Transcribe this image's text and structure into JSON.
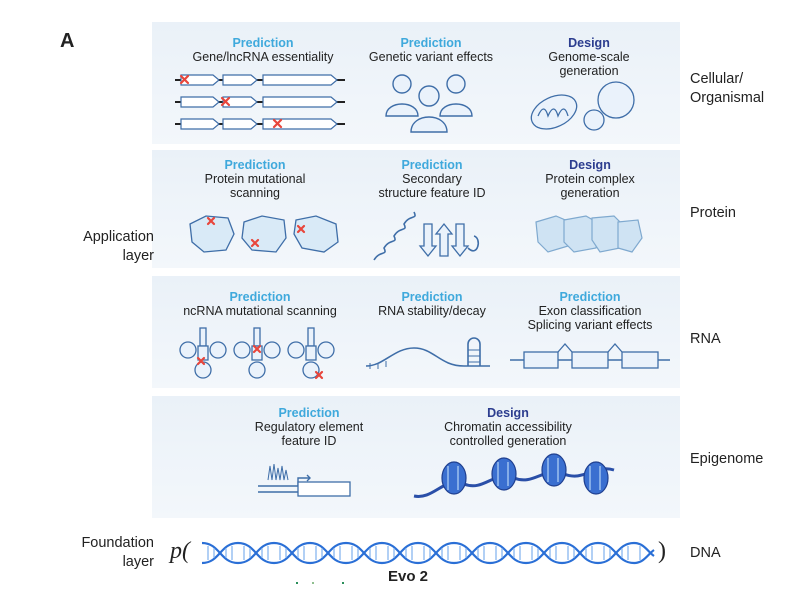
{
  "panel_label": "A",
  "left_labels": {
    "application_line1": "Application",
    "application_line2": "layer",
    "foundation_line1": "Foundation",
    "foundation_line2": "layer"
  },
  "rows": {
    "cellular": {
      "label_line1": "Cellular/",
      "label_line2": "Organismal",
      "cells": [
        {
          "kind": "Prediction",
          "title1": "Gene/lncRNA essentiality",
          "title2": ""
        },
        {
          "kind": "Prediction",
          "title1": "Genetic variant effects",
          "title2": ""
        },
        {
          "kind": "Design",
          "title1": "Genome-scale",
          "title2": "generation"
        }
      ]
    },
    "protein": {
      "label_line1": "Protein",
      "cells": [
        {
          "kind": "Prediction",
          "title1": "Protein mutational",
          "title2": "scanning"
        },
        {
          "kind": "Prediction",
          "title1": "Secondary",
          "title2": "structure feature ID"
        },
        {
          "kind": "Design",
          "title1": "Protein complex",
          "title2": "generation"
        }
      ]
    },
    "rna": {
      "label_line1": "RNA",
      "cells": [
        {
          "kind": "Prediction",
          "title1": "ncRNA mutational scanning",
          "title2": ""
        },
        {
          "kind": "Prediction",
          "title1": "RNA stability/decay",
          "title2": ""
        },
        {
          "kind": "Prediction",
          "title1": "Exon classification",
          "title2": "Splicing variant effects"
        }
      ]
    },
    "epigenome": {
      "label_line1": "Epigenome",
      "cells": [
        {
          "kind": "Prediction",
          "title1": "Regulatory element",
          "title2": "feature ID"
        },
        {
          "kind": "Design",
          "title1": "Chromatin accessibility",
          "title2": "controlled generation"
        }
      ]
    }
  },
  "foundation": {
    "formula_open": "p(",
    "formula_close": ")",
    "label": "DNA",
    "model_name": "Evo 2"
  },
  "colors": {
    "prediction": "#3fa9dc",
    "design": "#2c3d8f",
    "dna": "#2a6fd6",
    "mutation": "#e8463c"
  }
}
